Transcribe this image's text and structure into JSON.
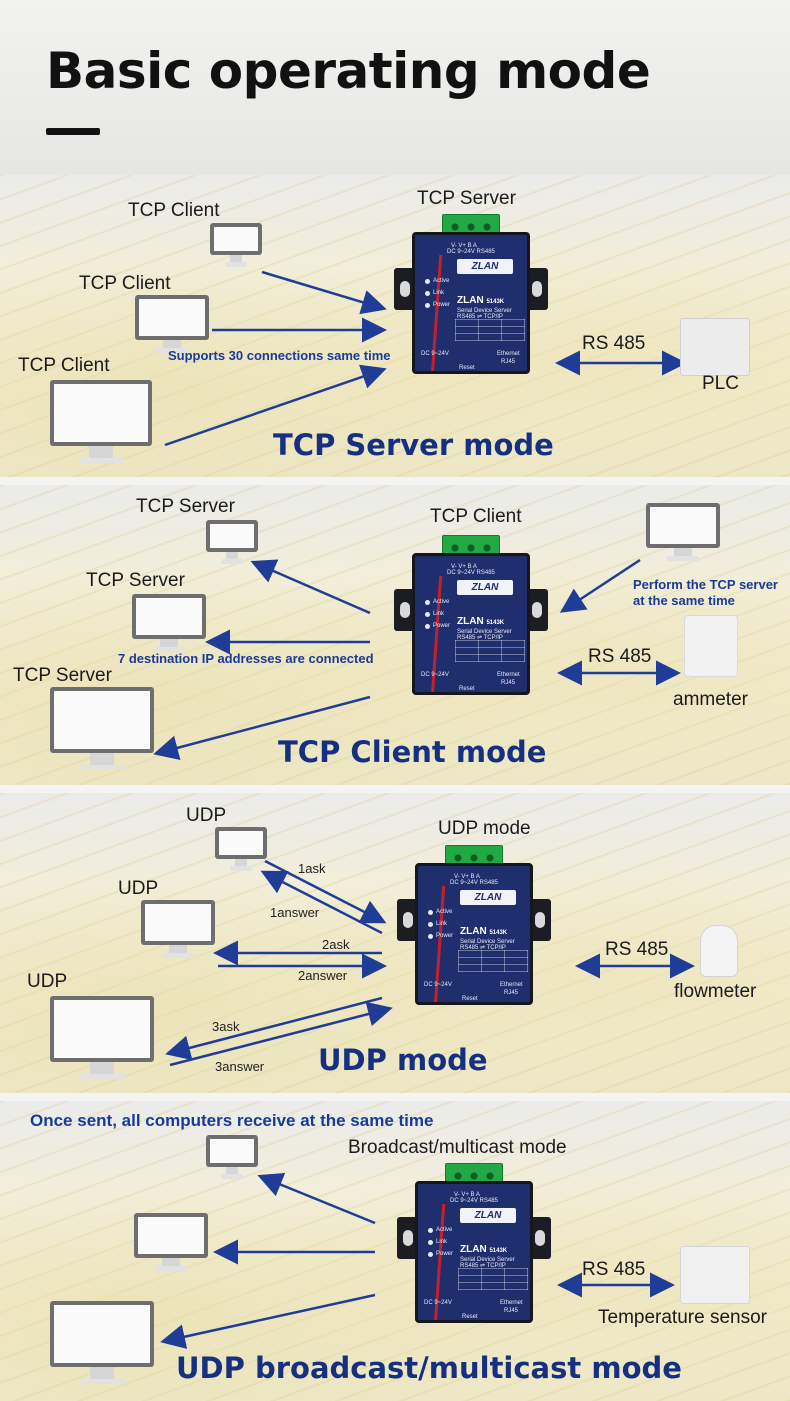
{
  "header": {
    "title": "Basic operating mode"
  },
  "device": {
    "brand": "ZLAN",
    "model": "5143K",
    "subtitle": "Serial Device Server",
    "conversion": "RS485 ⇌ TCP/IP",
    "terminal_label": "V-  V+  B  A",
    "terminal_sub": "DC 9~24V RS485",
    "leds": [
      "Active",
      "Link",
      "Power"
    ],
    "power_label": "DC 9~24V",
    "reset_label": "Reset",
    "eth_label": "Ethernet",
    "eth_port": "RJ45"
  },
  "panels": [
    {
      "id": "tcp-server",
      "device_label": "TCP Server",
      "clients": [
        "TCP Client",
        "TCP Client",
        "TCP Client"
      ],
      "note": "Supports 30 connections same time",
      "link_label": "RS 485",
      "endpoint": "PLC",
      "mode_title": "TCP Server mode"
    },
    {
      "id": "tcp-client",
      "device_label": "TCP Client",
      "clients": [
        "TCP Server",
        "TCP Server",
        "TCP Server"
      ],
      "note": "7 destination IP addresses are connected",
      "right_note": "Perform the TCP server\nat the same time",
      "link_label": "RS 485",
      "endpoint": "ammeter",
      "mode_title": "TCP Client mode"
    },
    {
      "id": "udp",
      "device_label": "UDP mode",
      "clients": [
        "UDP",
        "UDP",
        "UDP"
      ],
      "arrow_labels": [
        "1ask",
        "1answer",
        "2ask",
        "2answer",
        "3ask",
        "3answer"
      ],
      "link_label": "RS 485",
      "endpoint": "flowmeter",
      "mode_title": "UDP mode"
    },
    {
      "id": "broadcast",
      "top_note": "Once sent, all computers receive at the same time",
      "device_label": "Broadcast/multicast mode",
      "link_label": "RS 485",
      "endpoint": "Temperature sensor",
      "mode_title": "UDP broadcast/multicast mode"
    }
  ],
  "colors": {
    "arrow": "#1f3d96",
    "mode_title": "#153081",
    "device": "#1f2f6e",
    "terminal": "#23a846"
  }
}
